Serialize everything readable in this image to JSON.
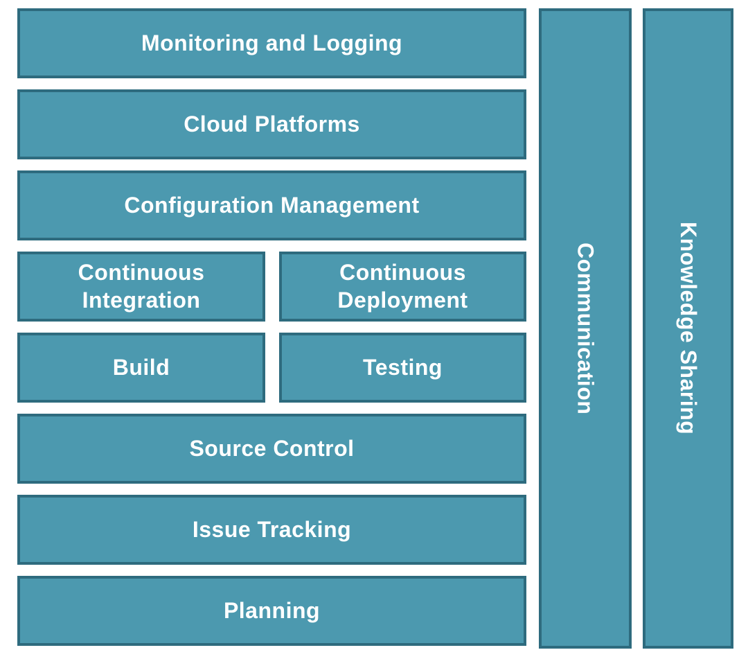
{
  "colors": {
    "box_fill": "#4C99AF",
    "box_border": "#2E6B7E",
    "text": "#FFFFFF",
    "background": "#FFFFFF"
  },
  "boxes": {
    "monitoring": "Monitoring and Logging",
    "cloud": "Cloud Platforms",
    "config": "Configuration Management",
    "ci": "Continuous Integration",
    "cd": "Continuous Deployment",
    "build": "Build",
    "testing": "Testing",
    "source": "Source Control",
    "issues": "Issue Tracking",
    "planning": "Planning"
  },
  "sidebars": {
    "communication": "Communication",
    "knowledge": "Knowledge Sharing"
  }
}
